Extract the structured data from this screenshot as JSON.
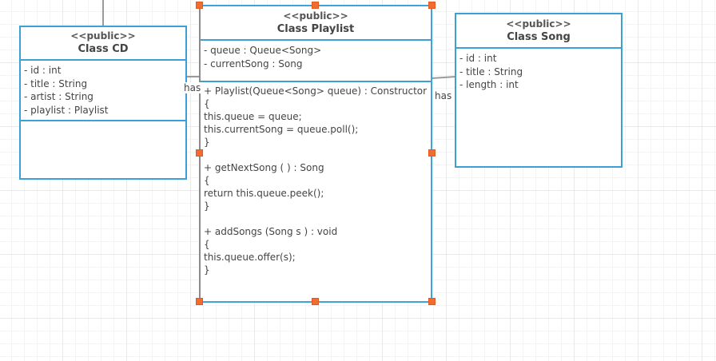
{
  "classes": {
    "cd": {
      "stereotype": "<<public>>",
      "name": "Class CD",
      "attributes": [
        "- id : int",
        "- title : String",
        "- artist : String",
        "- playlist : Playlist"
      ],
      "operations": []
    },
    "playlist": {
      "stereotype": "<<public>>",
      "name": "Class Playlist",
      "attributes": [
        "- queue : Queue<Song>",
        "- currentSong : Song"
      ],
      "operations": [
        "+ Playlist(Queue<Song> queue) : Constructor",
        "{",
        "this.queue = queue;",
        "this.currentSong = queue.poll();",
        "}",
        "",
        "+ getNextSong ( ) : Song",
        "{",
        "return this.queue.peek();",
        "}",
        "",
        "+ addSongs (Song s ) : void",
        "{",
        "this.queue.offer(s);",
        "}"
      ]
    },
    "song": {
      "stereotype": "<<public>>",
      "name": "Class Song",
      "attributes": [
        "- id : int",
        "- title : String",
        "- length : int"
      ],
      "operations": []
    }
  },
  "associations": {
    "cd_playlist": "has",
    "playlist_song": "has"
  },
  "colors": {
    "class_border": "#3d9fd8",
    "selection_handle": "#f26b2f",
    "connector": "#9a9a9a"
  }
}
